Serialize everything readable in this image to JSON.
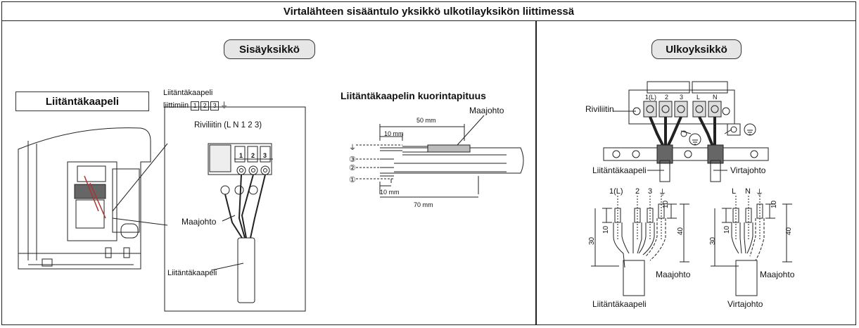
{
  "header": {
    "title": "Virtalähteen sisääntulo yksikkö ulkotilayksikön liittimessä"
  },
  "indoor": {
    "section_label": "Sisäyksikkö",
    "cable_box_label": "Liitäntäkaapeli",
    "cable_note_line1": "Liitäntäkaapeli",
    "cable_note_line2": "liittimiin",
    "terminals": [
      "1",
      "2",
      "3"
    ],
    "terminal_block_label": "Riviliitin (L N 1 2 3)",
    "terminal_numbers": [
      "1",
      "2",
      "3"
    ],
    "ground_wire_label": "Maajohto",
    "cable_label": "Liitäntäkaapeli",
    "strip_title": "Liitäntäkaapelin kuorintapituus",
    "strip_ground_label": "Maajohto",
    "dim_50": "50 mm",
    "dim_10_top": "10 mm",
    "dim_10_bottom": "10 mm",
    "dim_70": "70 mm",
    "wire_markers": [
      "⏚",
      "③",
      "②",
      "①"
    ]
  },
  "outdoor": {
    "section_label": "Ulkoyksikkö",
    "terminal_block_label": "Riviliitin",
    "terminal_marks": [
      "1(L)",
      "2",
      "3",
      "L",
      "N"
    ],
    "connection_cable_label": "Liitäntäkaapeli",
    "power_cord_label": "Virtajohto",
    "left_wire_labels": [
      "1(L)",
      "2",
      "3",
      "⏚"
    ],
    "right_wire_labels": [
      "L",
      "N",
      "⏚"
    ],
    "dim_10": "10",
    "dim_30": "30",
    "dim_40": "40",
    "ground_label_left": "Maajohto",
    "ground_label_right": "Maajohto",
    "bottom_left_label": "Liitäntäkaapeli",
    "bottom_right_label": "Virtajohto"
  }
}
